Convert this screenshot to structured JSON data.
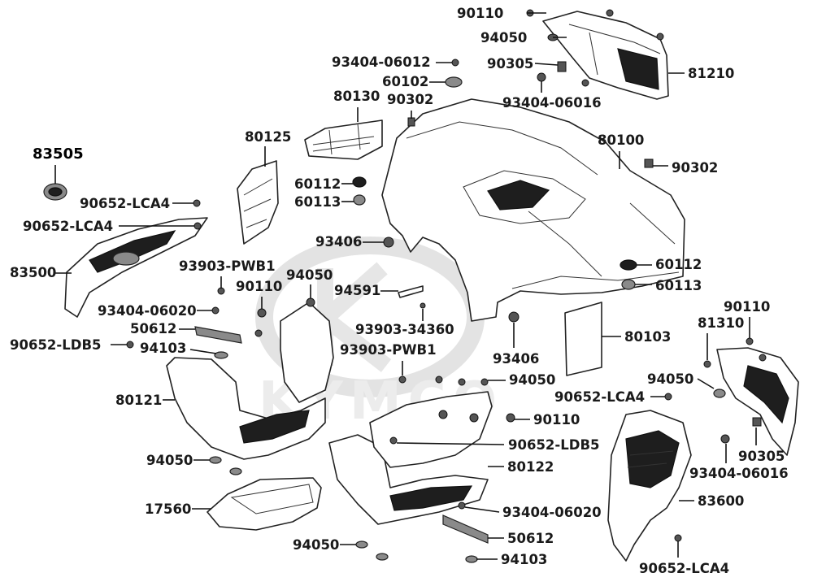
{
  "watermark": {
    "brand": "KYMCO"
  },
  "callouts": [
    {
      "id": "c01",
      "text": "90110",
      "primary": false
    },
    {
      "id": "c02",
      "text": "94050",
      "primary": false
    },
    {
      "id": "c03",
      "text": "93404-06012",
      "primary": false
    },
    {
      "id": "c04",
      "text": "90305",
      "primary": false
    },
    {
      "id": "c05",
      "text": "81210",
      "primary": false
    },
    {
      "id": "c06",
      "text": "60102",
      "primary": false
    },
    {
      "id": "c07",
      "text": "93404-06016",
      "primary": false
    },
    {
      "id": "c08",
      "text": "80130",
      "primary": false
    },
    {
      "id": "c09",
      "text": "90302",
      "primary": false
    },
    {
      "id": "c10",
      "text": "80125",
      "primary": false
    },
    {
      "id": "c11",
      "text": "80100",
      "primary": false
    },
    {
      "id": "c12",
      "text": "83505",
      "primary": true
    },
    {
      "id": "c13",
      "text": "90302",
      "primary": false
    },
    {
      "id": "c14",
      "text": "60112",
      "primary": false
    },
    {
      "id": "c15",
      "text": "90652-LCA4",
      "primary": false
    },
    {
      "id": "c16",
      "text": "60113",
      "primary": false
    },
    {
      "id": "c17",
      "text": "90652-LCA4",
      "primary": false
    },
    {
      "id": "c18",
      "text": "93406",
      "primary": false
    },
    {
      "id": "c19",
      "text": "83500",
      "primary": false
    },
    {
      "id": "c20",
      "text": "93903-PWB1",
      "primary": false
    },
    {
      "id": "c21",
      "text": "94050",
      "primary": false
    },
    {
      "id": "c22",
      "text": "60112",
      "primary": false
    },
    {
      "id": "c23",
      "text": "90110",
      "primary": false
    },
    {
      "id": "c24",
      "text": "94591",
      "primary": false
    },
    {
      "id": "c25",
      "text": "60113",
      "primary": false
    },
    {
      "id": "c26",
      "text": "93404-06020",
      "primary": false
    },
    {
      "id": "c27",
      "text": "50612",
      "primary": false
    },
    {
      "id": "c28",
      "text": "93903-34360",
      "primary": false
    },
    {
      "id": "c29",
      "text": "90110",
      "primary": false
    },
    {
      "id": "c30",
      "text": "80103",
      "primary": false
    },
    {
      "id": "c31",
      "text": "90652-LDB5",
      "primary": false
    },
    {
      "id": "c32",
      "text": "94103",
      "primary": false
    },
    {
      "id": "c33",
      "text": "93903-PWB1",
      "primary": false
    },
    {
      "id": "c34",
      "text": "81310",
      "primary": false
    },
    {
      "id": "c35",
      "text": "93406",
      "primary": false
    },
    {
      "id": "c36",
      "text": "94050",
      "primary": false
    },
    {
      "id": "c37",
      "text": "94050",
      "primary": false
    },
    {
      "id": "c38",
      "text": "80121",
      "primary": false
    },
    {
      "id": "c39",
      "text": "90652-LCA4",
      "primary": false
    },
    {
      "id": "c40",
      "text": "90110",
      "primary": false
    },
    {
      "id": "c41",
      "text": "90652-LDB5",
      "primary": false
    },
    {
      "id": "c42",
      "text": "94050",
      "primary": false
    },
    {
      "id": "c43",
      "text": "80122",
      "primary": false
    },
    {
      "id": "c44",
      "text": "90305",
      "primary": false
    },
    {
      "id": "c45",
      "text": "93404-06016",
      "primary": false
    },
    {
      "id": "c46",
      "text": "17560",
      "primary": false
    },
    {
      "id": "c47",
      "text": "83600",
      "primary": false
    },
    {
      "id": "c48",
      "text": "93404-06020",
      "primary": false
    },
    {
      "id": "c49",
      "text": "50612",
      "primary": false
    },
    {
      "id": "c50",
      "text": "94050",
      "primary": false
    },
    {
      "id": "c51",
      "text": "94103",
      "primary": false
    },
    {
      "id": "c52",
      "text": "90652-LCA4",
      "primary": false
    }
  ]
}
